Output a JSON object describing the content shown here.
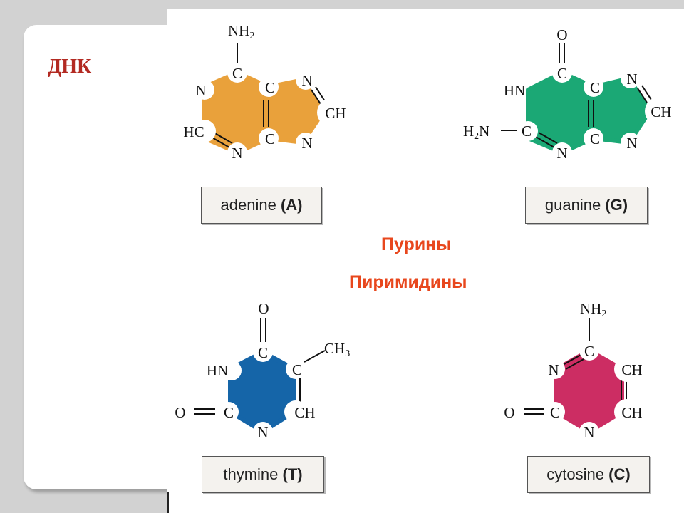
{
  "slide": {
    "title": "ДНК"
  },
  "groups": {
    "purines": "Пурины",
    "pyrimidines": "Пиримидины"
  },
  "molecules": {
    "adenine": {
      "name": "adenine",
      "code": "(A)",
      "color": "#e9a13b",
      "atoms": {
        "nh2": "NH",
        "nh2_sub": "2",
        "c2": "C",
        "n1": "N",
        "hc": "HC",
        "n3": "N",
        "c5": "C",
        "c4": "C",
        "n7": "N",
        "ch8": "CH",
        "n9": "N"
      }
    },
    "guanine": {
      "name": "guanine",
      "code": "(G)",
      "color": "#1ba875",
      "atoms": {
        "o": "O",
        "c6": "C",
        "hn": "HN",
        "h2n": "H",
        "h2n_sub": "2",
        "h2n_n": "N",
        "c2": "C",
        "n3": "N",
        "c5": "C",
        "c4": "C",
        "n7": "N",
        "ch8": "CH",
        "n9": "N"
      }
    },
    "thymine": {
      "name": "thymine",
      "code": "(T)",
      "color": "#1565a8",
      "atoms": {
        "o_top": "O",
        "c4": "C",
        "ch3": "CH",
        "ch3_sub": "3",
        "hn": "HN",
        "c5": "C",
        "o_left": "O",
        "c2": "C",
        "ch6": "CH",
        "n1": "N"
      }
    },
    "cytosine": {
      "name": "cytosine",
      "code": "(C)",
      "color": "#cc2d63",
      "atoms": {
        "nh2": "NH",
        "nh2_sub": "2",
        "c4": "C",
        "n3": "N",
        "ch5": "CH",
        "o_left": "O",
        "c2": "C",
        "ch6": "CH",
        "n1": "N"
      }
    }
  }
}
